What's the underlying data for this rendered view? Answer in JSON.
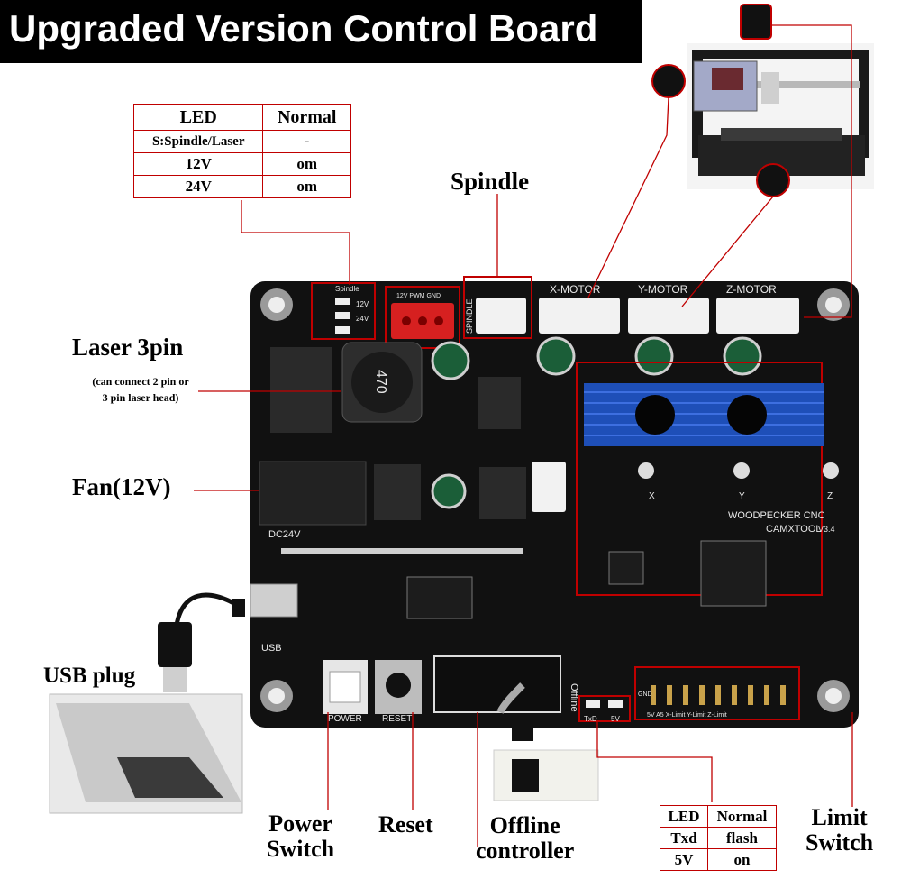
{
  "title": "Upgraded Version Control Board",
  "top_led_table": {
    "headers": [
      "LED",
      "Normal"
    ],
    "rows": [
      [
        "S:Spindle/Laser",
        "-"
      ],
      [
        "12V",
        "om"
      ],
      [
        "24V",
        "om"
      ]
    ]
  },
  "bottom_led_table": {
    "headers": [
      "LED",
      "Normal"
    ],
    "rows": [
      [
        "Txd",
        "flash"
      ],
      [
        "5V",
        "on"
      ]
    ]
  },
  "callouts": {
    "spindle": "Spindle",
    "laser": "Laser 3pin",
    "laser_note_line1": "(can connect 2 pin or",
    "laser_note_line2": "3 pin laser head)",
    "fan": "Fan(12V)",
    "usb_plug": "USB plug",
    "power_switch_line1": "Power",
    "power_switch_line2": "Switch",
    "reset": "Reset",
    "offline_line1": "Offline",
    "offline_line2": "controller",
    "limit_line1": "Limit",
    "limit_line2": "Switch"
  },
  "board_labels": {
    "x_motor": "X-MOTOR",
    "y_motor": "Y-MOTOR",
    "z_motor": "Z-MOTOR",
    "spindle_conn": "SPINDLE",
    "pwm_header": "12V PWM GND",
    "inductor": "470",
    "brand_line1": "WOODPECKER CNC",
    "brand_line2": "CAMXTOOL",
    "version": "V3.4",
    "dc24v": "DC24V",
    "usb": "USB",
    "power": "POWER",
    "reset": "RESET",
    "offline": "Offline",
    "txd": "TxD",
    "five_v": "5V",
    "x": "X",
    "y": "Y",
    "z": "Z",
    "spindle_led": "Spindle",
    "led_12v": "12V",
    "led_24v": "24V",
    "limit_pins": "5V  A5  X-Limit  Y-Limit  Z-Limit",
    "gnd": "GND"
  },
  "colors": {
    "board": "#111111",
    "highlight": "#c00000",
    "heatsink": "#1e4fb8",
    "connector_red": "#d62020",
    "connector_white": "#f2f2f2",
    "silkscreen": "#e8e8e8"
  }
}
